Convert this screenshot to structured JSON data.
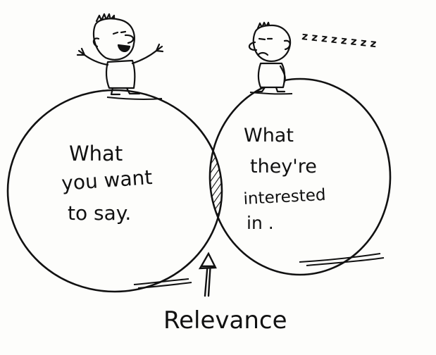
{
  "diagram": {
    "left_set": {
      "lines": [
        "What",
        "you want",
        "to say."
      ]
    },
    "right_set": {
      "lines": [
        "What",
        "they're",
        "interested",
        "in ."
      ]
    },
    "intersection_label": "Relevance",
    "sleep_text": "z z z z z z z z"
  }
}
